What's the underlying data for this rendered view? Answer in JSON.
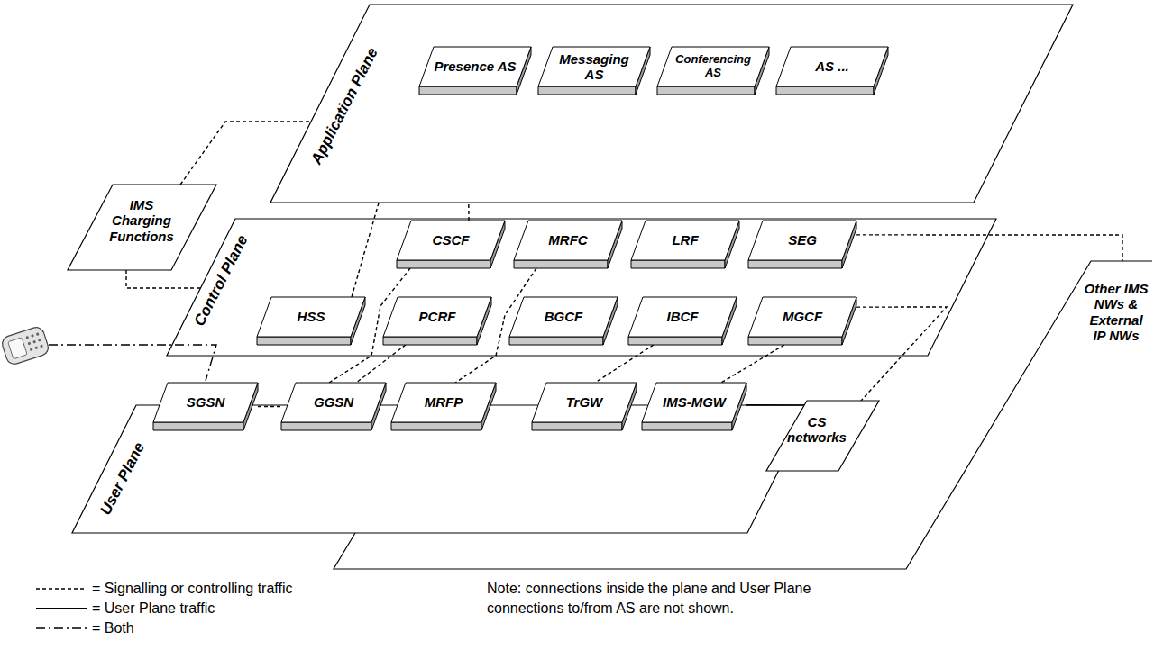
{
  "diagram": {
    "nodes": [
      {
        "text": [
          "Application Plane"
        ]
      },
      {
        "text": [
          "Presence AS"
        ],
        "in": 0
      },
      {
        "text": [
          "Messaging AS"
        ],
        "in": 0
      },
      {
        "text": [
          "Conferencing AS"
        ],
        "in": 0
      },
      {
        "text": [
          "AS ..."
        ],
        "in": 0
      },
      {
        "text": [
          "IMS Charging Functions"
        ]
      },
      {
        "text": [
          "Control Plane"
        ]
      },
      {
        "text": [
          "CSCF"
        ],
        "in": 6
      },
      {
        "text": [
          "MRFC"
        ],
        "in": 6
      },
      {
        "text": [
          "LRF"
        ],
        "in": 6
      },
      {
        "text": [
          "SEG"
        ],
        "in": 6
      },
      {
        "text": [
          "HSS"
        ],
        "in": 6
      },
      {
        "text": [
          "PCRF"
        ],
        "in": 6
      },
      {
        "text": [
          "BGCF"
        ],
        "in": 6
      },
      {
        "text": [
          "IBCF"
        ],
        "in": 6
      },
      {
        "text": [
          "MGCF"
        ],
        "in": 6
      },
      {
        "text": [
          "Other IMS NWs & External IP NWs"
        ]
      },
      {
        "text": [
          "User Plane"
        ]
      },
      {
        "text": [
          "SGSN"
        ],
        "in": 17
      },
      {
        "text": [
          "GGSN"
        ],
        "in": 17
      },
      {
        "text": [
          "MRFP"
        ],
        "in": 17
      },
      {
        "text": [
          "TrGW"
        ],
        "in": 17
      },
      {
        "text": [
          "IMS-MGW"
        ],
        "in": 17
      },
      {
        "text": [
          "CS networks"
        ]
      }
    ],
    "edges": [
      {
        "from": 5,
        "to": 0,
        "arrow": "none"
      },
      {
        "from": 5,
        "to": 6,
        "arrow": "none"
      },
      {
        "from": 11,
        "to": 0,
        "arrow": "none"
      },
      {
        "from": 7,
        "to": 0,
        "arrow": "none"
      },
      {
        "from": 7,
        "to": 19,
        "arrow": "none"
      },
      {
        "from": 12,
        "to": 19,
        "arrow": "none"
      },
      {
        "from": 8,
        "to": 20,
        "arrow": "none"
      },
      {
        "from": 14,
        "to": 21,
        "arrow": "none"
      },
      {
        "from": 15,
        "to": 22,
        "arrow": "none"
      },
      {
        "from": 15,
        "to": 23,
        "arrow": "none"
      },
      {
        "from": 22,
        "to": 23,
        "arrow": "none"
      },
      {
        "from": 10,
        "to": 16,
        "arrow": "none"
      },
      {
        "from": 18,
        "to": 19,
        "arrow": "none"
      }
    ],
    "labels": [
      "Note: connections inside the plane and User Plane connections to/from AS are not shown."
    ],
    "legend": [
      {
        "text": "= Signalling or controlling traffic"
      },
      {
        "text": "= User Plane traffic"
      },
      {
        "text": "= Both"
      }
    ]
  }
}
